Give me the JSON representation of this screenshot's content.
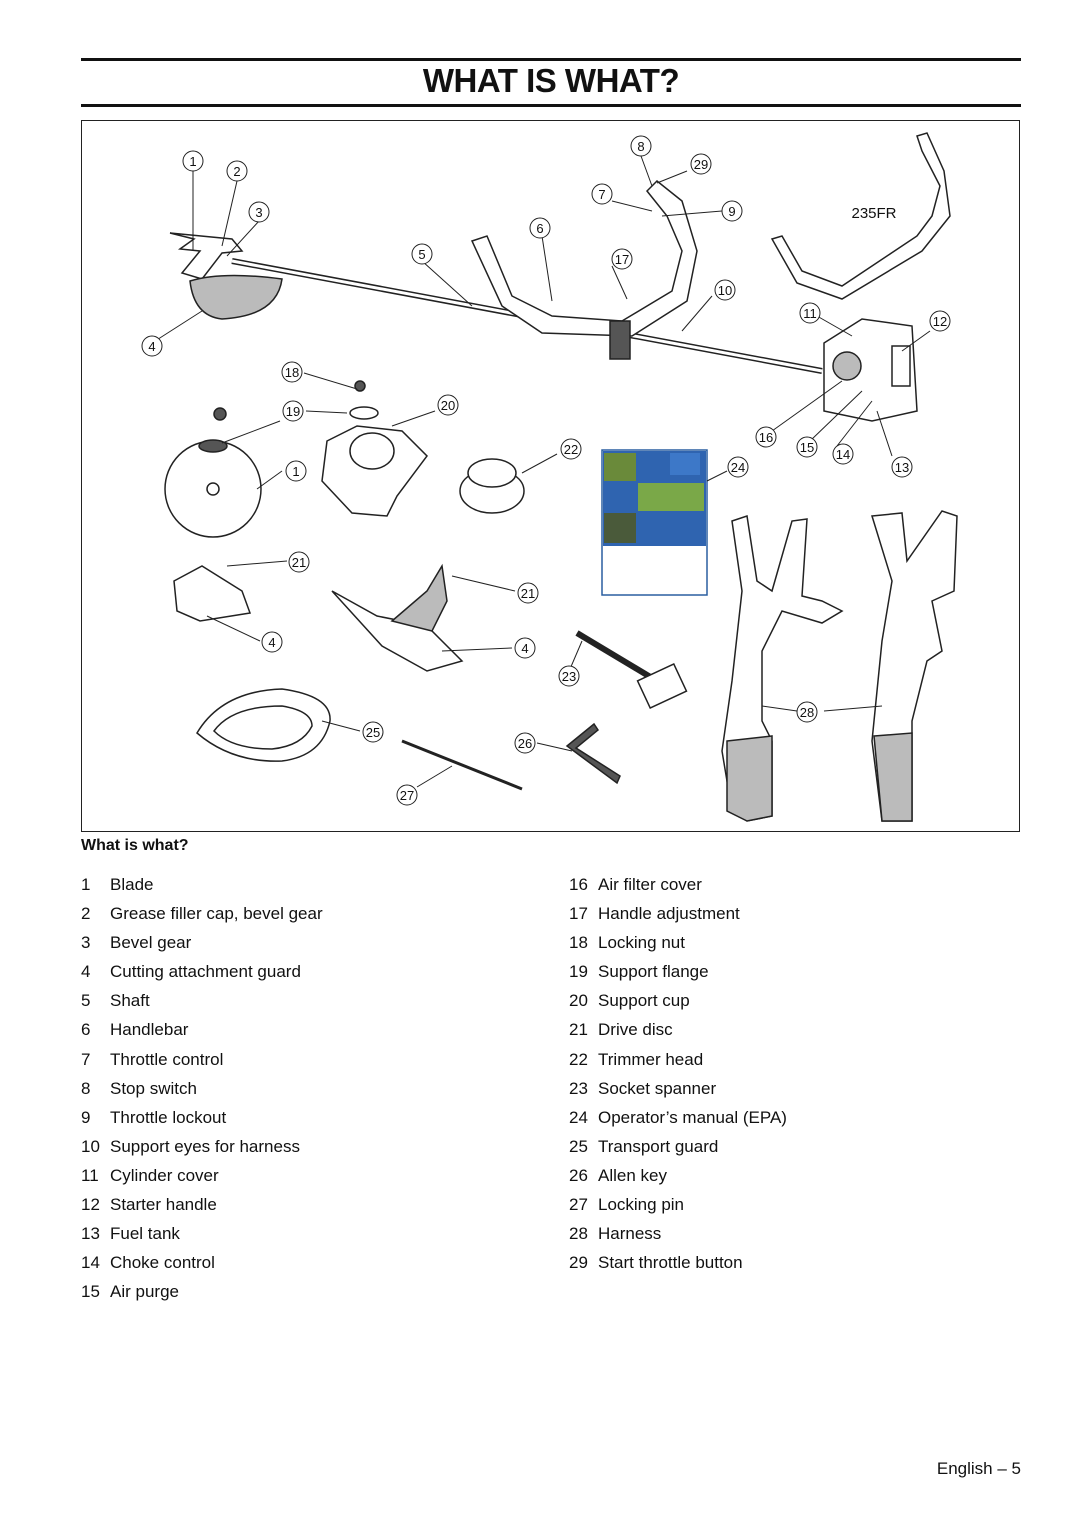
{
  "page": {
    "title": "WHAT IS WHAT?",
    "section_heading": "What is what?",
    "footer": "English – 5"
  },
  "figure": {
    "model_label": "235FR",
    "callouts": [
      "1",
      "2",
      "3",
      "4",
      "5",
      "6",
      "7",
      "8",
      "9",
      "10",
      "11",
      "12",
      "13",
      "14",
      "15",
      "16",
      "17",
      "18",
      "19",
      "20",
      "21",
      "22",
      "23",
      "24",
      "25",
      "26",
      "27",
      "28",
      "29"
    ]
  },
  "parts_left": [
    {
      "num": "1",
      "label": "Blade"
    },
    {
      "num": "2",
      "label": "Grease filler cap, bevel gear"
    },
    {
      "num": "3",
      "label": "Bevel gear"
    },
    {
      "num": "4",
      "label": "Cutting attachment guard"
    },
    {
      "num": "5",
      "label": "Shaft"
    },
    {
      "num": "6",
      "label": "Handlebar"
    },
    {
      "num": "7",
      "label": "Throttle control"
    },
    {
      "num": "8",
      "label": "Stop switch"
    },
    {
      "num": "9",
      "label": "Throttle lockout"
    },
    {
      "num": "10",
      "label": "Support eyes for harness"
    },
    {
      "num": "11",
      "label": "Cylinder cover"
    },
    {
      "num": "12",
      "label": "Starter handle"
    },
    {
      "num": "13",
      "label": "Fuel tank"
    },
    {
      "num": "14",
      "label": "Choke control"
    },
    {
      "num": "15",
      "label": "Air purge"
    }
  ],
  "parts_right": [
    {
      "num": "16",
      "label": "Air filter cover"
    },
    {
      "num": "17",
      "label": "Handle adjustment"
    },
    {
      "num": "18",
      "label": "Locking nut"
    },
    {
      "num": "19",
      "label": "Support flange"
    },
    {
      "num": "20",
      "label": "Support cup"
    },
    {
      "num": "21",
      "label": "Drive disc"
    },
    {
      "num": "22",
      "label": "Trimmer head"
    },
    {
      "num": "23",
      "label": "Socket spanner"
    },
    {
      "num": "24",
      "label": "Operator’s manual (EPA)"
    },
    {
      "num": "25",
      "label": "Transport guard"
    },
    {
      "num": "26",
      "label": "Allen key"
    },
    {
      "num": "27",
      "label": "Locking pin"
    },
    {
      "num": "28",
      "label": "Harness"
    },
    {
      "num": "29",
      "label": "Start throttle button"
    }
  ]
}
